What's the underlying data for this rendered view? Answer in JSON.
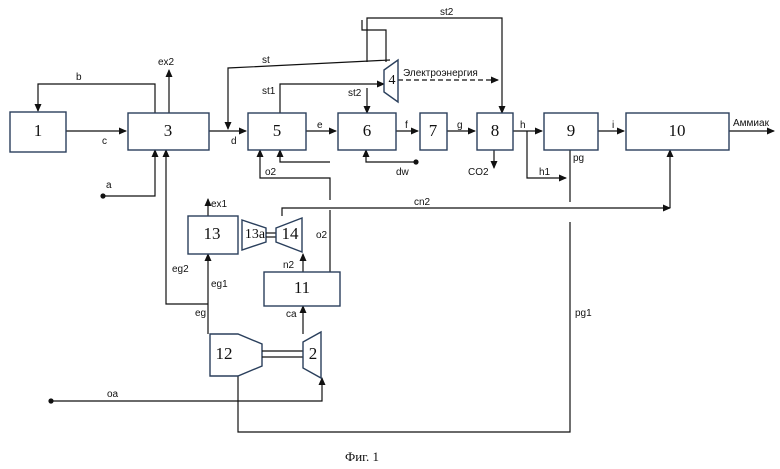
{
  "diagram": {
    "boxes": {
      "b1": "1",
      "b3": "3",
      "b5": "5",
      "b6": "6",
      "b7": "7",
      "b8": "8",
      "b9": "9",
      "b10": "10",
      "b13": "13",
      "b13a": "13a",
      "b14": "14",
      "b11": "11",
      "b12": "12",
      "b2": "2",
      "b4": "4"
    },
    "labels": {
      "b": "b",
      "ex2": "ex2",
      "st": "st",
      "st2_top": "st2",
      "st1": "st1",
      "st2_mid": "st2",
      "electricity": "Электроэнергия",
      "c": "c",
      "d": "d",
      "e": "e",
      "f": "f",
      "g": "g",
      "h": "h",
      "i": "i",
      "product": "Аммиак",
      "a": "a",
      "o2_a": "o2",
      "dw": "dw",
      "co2": "CO2",
      "h1": "h1",
      "pg": "pg",
      "ex1": "ex1",
      "cn2": "cn2",
      "eg2": "eg2",
      "eg1": "eg1",
      "o2_b": "o2",
      "n2": "n2",
      "eg": "eg",
      "ca": "ca",
      "pg1": "pg1",
      "oa": "oa"
    },
    "caption": "Фиг. 1"
  }
}
